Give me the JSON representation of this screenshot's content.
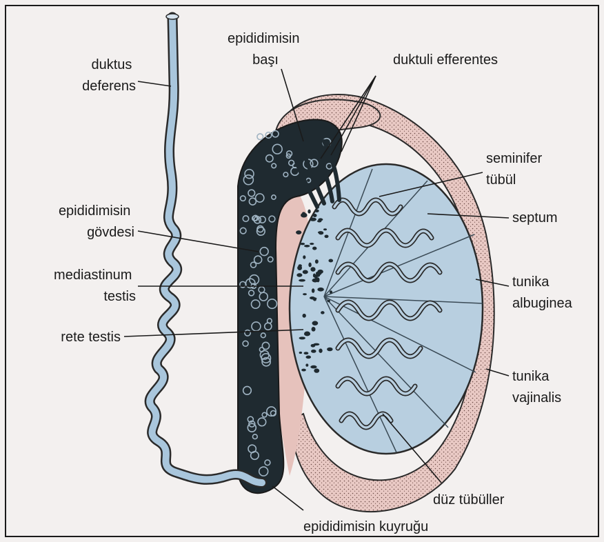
{
  "labels": {
    "duktus_deferens": [
      "duktus",
      "deferens"
    ],
    "epididimis_basi": [
      "epididimisin",
      "başı"
    ],
    "duktuli_efferentes": [
      "duktuli efferentes"
    ],
    "seminifer_tubul": [
      "seminifer",
      "tübül"
    ],
    "septum": [
      "septum"
    ],
    "epididimis_govdesi": [
      "epididimisin",
      "gövdesi"
    ],
    "mediastinum_testis": [
      "mediastinum",
      "testis"
    ],
    "tunika_albuginea": [
      "tunika",
      "albuginea"
    ],
    "rete_testis": [
      "rete testis"
    ],
    "tunika_vajinalis": [
      "tunika",
      "vajinalis"
    ],
    "duz_tubuller": [
      "düz tübüller"
    ],
    "epididimis_kuyrugu": [
      "epididimisin kuyruğu"
    ]
  },
  "colors": {
    "background": "#f3f0ef",
    "testis_blue": "#b8cfe0",
    "duct_blue": "#a9c6dc",
    "epididymis_dark": "#1f2a30",
    "vaginalis_pink": "#e9c9c4",
    "outline": "#2a2a2a",
    "leader_line": "#1a1a1a"
  }
}
